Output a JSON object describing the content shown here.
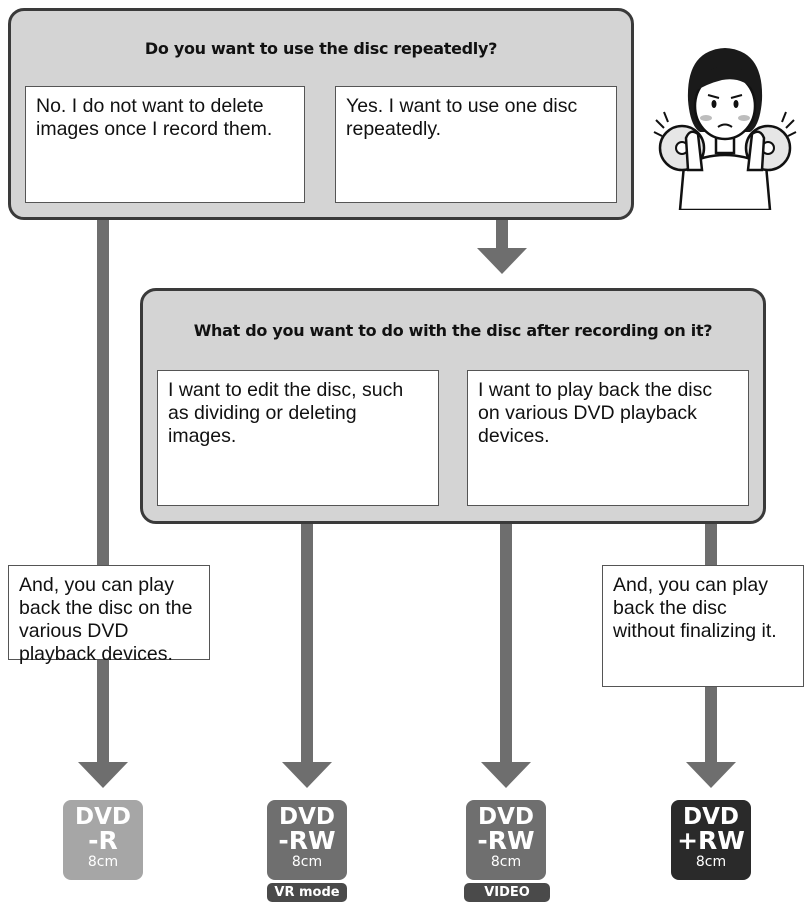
{
  "question1": {
    "title": "Do you want to use the disc repeatedly?",
    "option_no": "No. I do not want to delete images once I record them.",
    "option_yes": "Yes. I want to use  one disc repeatedly."
  },
  "question2": {
    "title": "What do you want to do with the disc after recording on it?",
    "option_edit": "I want to edit the disc, such as dividing or deleting images.",
    "option_play": "I want to play back the disc on various DVD playback devices."
  },
  "notes": {
    "dvd_r": "And, you can play back the disc on the various DVD playback devices.",
    "dvd_plus_rw": "And, you can play back the disc without finalizing it."
  },
  "discs": [
    {
      "line1": "DVD",
      "line2": "-R",
      "size": "8cm",
      "color": "#a6a6a6"
    },
    {
      "line1": "DVD",
      "line2": "-RW",
      "size": "8cm",
      "color": "#6f6f6f",
      "mode": "VR mode"
    },
    {
      "line1": "DVD",
      "line2": "-RW",
      "size": "8cm",
      "color": "#6f6f6f",
      "mode": "VIDEO mode"
    },
    {
      "line1": "DVD",
      "line2": "+RW",
      "size": "8cm",
      "color": "#2a2a2a"
    }
  ],
  "colors": {
    "panel": "#d4d4d4",
    "arrow": "#6e6e6e"
  },
  "icons": {
    "person": "confused-person-holding-discs-icon"
  }
}
